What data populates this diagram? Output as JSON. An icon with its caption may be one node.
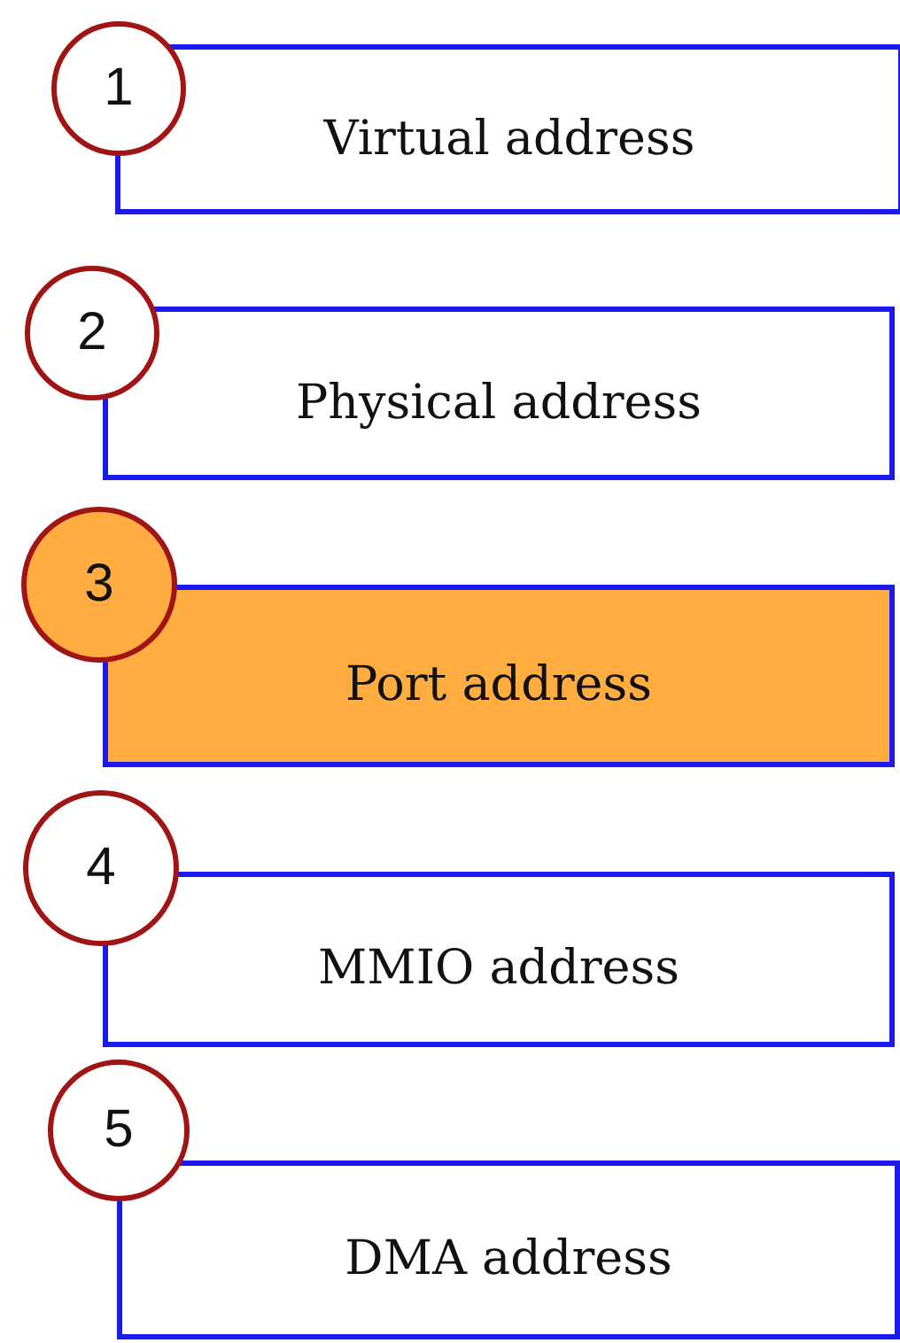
{
  "diagram": {
    "nodes": [
      {
        "text": [
          "1"
        ]
      },
      {
        "text": [
          "Virtual address"
        ]
      },
      {
        "text": [
          "2"
        ]
      },
      {
        "text": [
          "Physical address"
        ]
      },
      {
        "text": [
          "3"
        ]
      },
      {
        "text": [
          "Port address"
        ]
      },
      {
        "text": [
          "4"
        ]
      },
      {
        "text": [
          "MMIO address"
        ]
      },
      {
        "text": [
          "5"
        ]
      },
      {
        "text": [
          "DMA address"
        ]
      }
    ]
  }
}
